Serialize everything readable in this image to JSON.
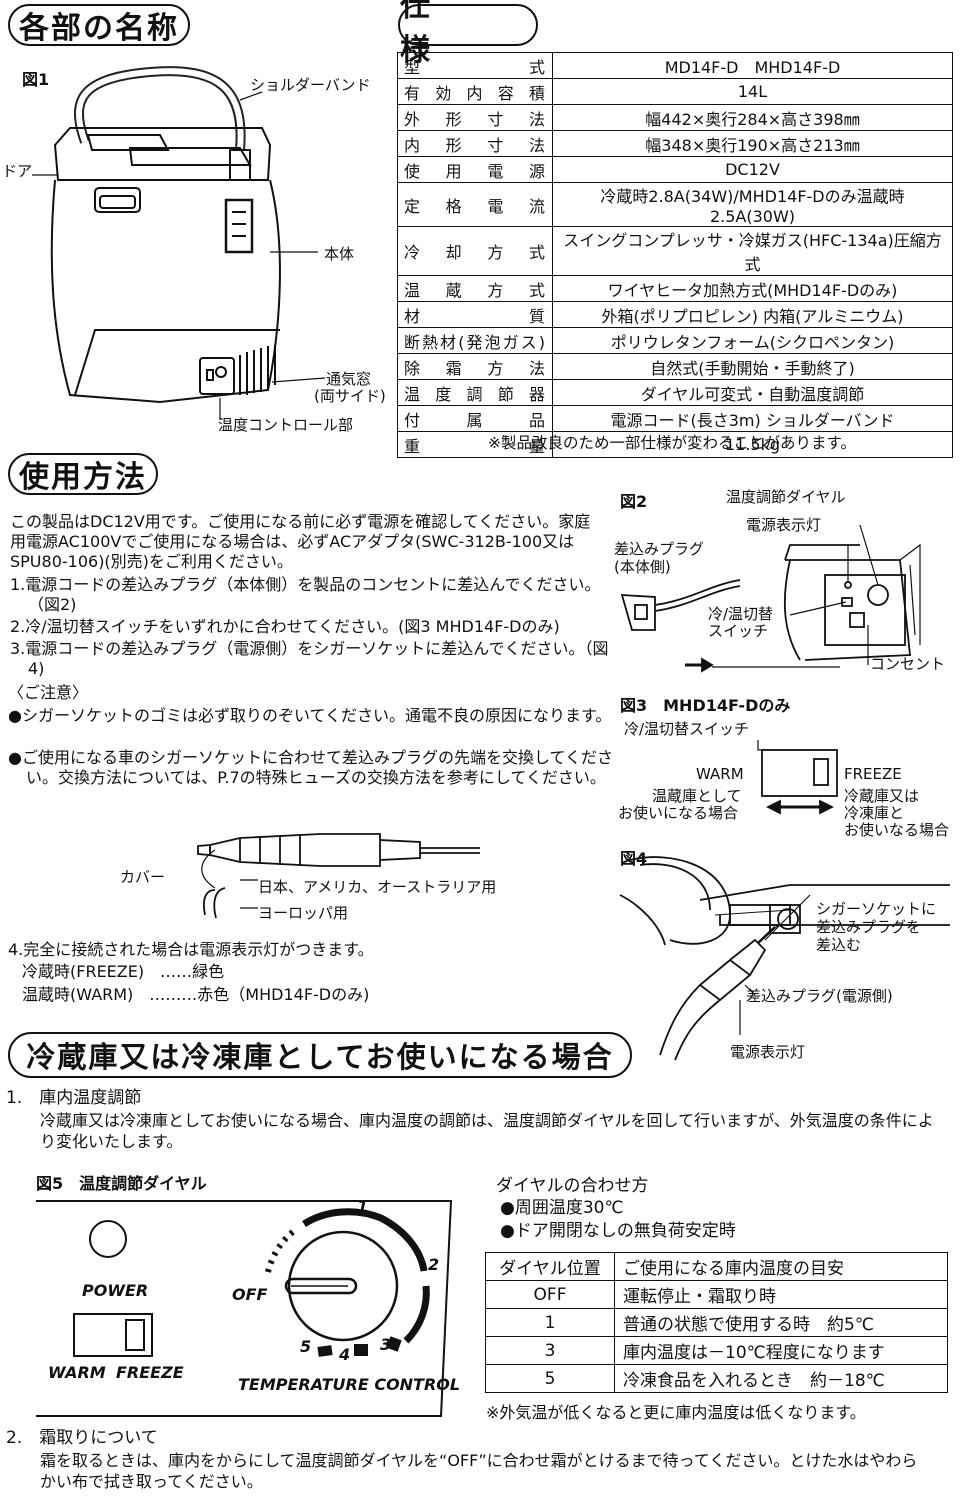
{
  "sections": {
    "parts": "各部の名称",
    "spec": "仕　様",
    "usage": "使用方法",
    "fridge": "冷蔵庫又は冷凍庫としてお使いになる場合"
  },
  "fig1": {
    "title": "図1",
    "labels": {
      "strap": "ショルダーバンド",
      "door": "ドア",
      "body": "本体",
      "vent1": "通気窓",
      "vent2": "(両サイド)",
      "control": "温度コントロール部"
    }
  },
  "spec": {
    "rows": [
      {
        "k": "型　　　式",
        "v": "MD14F-D　MHD14F-D"
      },
      {
        "k": "有効内容積",
        "v": "14L"
      },
      {
        "k": "外形寸法",
        "v": "幅442×奥行284×高さ398㎜"
      },
      {
        "k": "内形寸法",
        "v": "幅348×奥行190×高さ213㎜"
      },
      {
        "k": "使用電源",
        "v": "DC12V"
      },
      {
        "k": "定格電流",
        "v": "冷蔵時2.8A(34W)/MHD14F-Dのみ温蔵時2.5A(30W)"
      },
      {
        "k": "冷却方式",
        "v": "スイングコンプレッサ・冷媒ガス(HFC-134a)圧縮方式"
      },
      {
        "k": "温蔵方式",
        "v": "ワイヤヒータ加熱方式(MHD14F-Dのみ)"
      },
      {
        "k": "材　　　質",
        "v": "外箱(ポリプロピレン) 内箱(アルミニウム)"
      },
      {
        "k": "断熱材(発泡ガス)",
        "v": "ポリウレタンフォーム(シクロペンタン)"
      },
      {
        "k": "除霜方法",
        "v": "自然式(手動開始・手動終了)"
      },
      {
        "k": "温度調節器",
        "v": "ダイヤル可変式・自動温度調節"
      },
      {
        "k": "付　属　品",
        "v": "電源コード(長さ3m) ショルダーバンド"
      },
      {
        "k": "重　　　量",
        "v": "11.5kg"
      }
    ],
    "note": "※製品改良のため一部仕様が変わることがあります。"
  },
  "usage": {
    "intro": "この製品はDC12V用です。ご使用になる前に必ず電源を確認してください。家庭用電源AC100Vでご使用になる場合は、必ずACアダプタ(SWC-312B-100又はSPU80-106)(別売)をご利用ください。",
    "step1": "1.電源コードの差込みプラグ（本体側）を製品のコンセントに差込んでください。（図2)",
    "step2": "2.冷/温切替スイッチをいずれかに合わせてください。(図3 MHD14F-Dのみ)",
    "step3": "3.電源コードの差込みプラグ（電源側）をシガーソケットに差込んでください。（図4)",
    "caution_title": "〈ご注意〉",
    "caution1": "●シガーソケットのゴミは必ず取りのぞいてください。通電不良の原因になります。",
    "caution2": "●ご使用になる車のシガーソケットに合わせて差込みプラグの先端を交換してください。交換方法については、P.7の特殊ヒューズの交換方法を参考にしてください。",
    "plug_cover": "カバー",
    "plug_jp": "日本、アメリカ、オーストラリア用",
    "plug_eu": "ヨーロッパ用",
    "step4": "4.完全に接続された場合は電源表示灯がつきます。",
    "freeze_line": "冷蔵時(FREEZE)　……緑色",
    "warm_line": "温蔵時(WARM)　………赤色（MHD14F-Dのみ)"
  },
  "fig2": {
    "title": "図2",
    "dial": "温度調節ダイヤル",
    "lamp": "電源表示灯",
    "plug1": "差込みプラグ",
    "plug2": "(本体側)",
    "sw1": "冷/温切替",
    "sw2": "スイッチ",
    "outlet": "コンセント"
  },
  "fig3": {
    "title": "図3　MHD14F-Dのみ",
    "switch": "冷/温切替スイッチ",
    "warm": "WARM",
    "warm_desc1": "温蔵庫として",
    "warm_desc2": "お使いになる場合",
    "freeze": "FREEZE",
    "freeze_desc1": "冷蔵庫又は",
    "freeze_desc2": "冷凍庫と",
    "freeze_desc3": "お使いなる場合"
  },
  "fig4": {
    "title": "図4",
    "socket1": "シガーソケットに",
    "socket2": "差込みプラグを",
    "socket3": "差込む",
    "plug": "差込みプラグ(電源側)",
    "lamp": "電源表示灯"
  },
  "fridge": {
    "h1": "1.　庫内温度調節",
    "p1": "冷蔵庫又は冷凍庫としてお使いになる場合、庫内温度の調節は、温度調節ダイヤルを回して行いますが、外気温度の条件により変化いたします。",
    "fig5": "図5　温度調節ダイヤル",
    "power": "POWER",
    "warm": "WARM",
    "freeze": "FREEZE",
    "off": "OFF",
    "temp_control": "TEMPERATURE CONTROL",
    "dial_nums": [
      "1",
      "2",
      "3",
      "4",
      "5"
    ],
    "howto_title": "ダイヤルの合わせ方",
    "howto1": "●周囲温度30℃",
    "howto2": "●ドア開閉なしの無負荷安定時",
    "table_head": [
      "ダイヤル位置",
      "ご使用になる庫内温度の目安"
    ],
    "table_rows": [
      [
        "OFF",
        "運転停止・霜取り時"
      ],
      [
        "1",
        "普通の状態で使用する時　約5℃"
      ],
      [
        "3",
        "庫内温度は－10℃程度になります"
      ],
      [
        "5",
        "冷凍食品を入れるとき　約－18℃"
      ]
    ],
    "table_note": "※外気温が低くなると更に庫内温度は低くなります。",
    "h2": "2.　霜取りについて",
    "p2": "霜を取るときは、庫内をからにして温度調節ダイヤルを“OFF”に合わせ霜がとけるまで待ってください。とけた水はやわらかい布で拭き取ってください。"
  }
}
